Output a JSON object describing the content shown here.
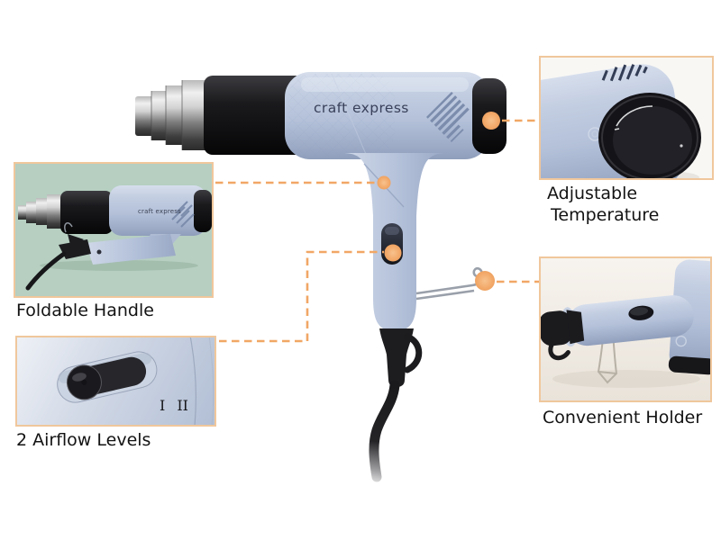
{
  "brand": {
    "logo_text": "craft express"
  },
  "callouts": {
    "adjustable_temperature": {
      "lines": [
        "Adjustable",
        "Temperature"
      ]
    },
    "foldable_handle": {
      "label": "Foldable Handle"
    },
    "airflow_levels": {
      "label": "2 Airflow Levels",
      "marks": [
        "I",
        "II"
      ]
    },
    "convenient_holder": {
      "label": "Convenient Holder"
    }
  },
  "colors": {
    "accent_orange_line": "#f1a765",
    "accent_orange_dot": "#f3ab6c",
    "inset_border": "#f0c79c",
    "body_blue": "#b7c3da",
    "logo_navy": "#39415a",
    "foldable_inset_background": "#b6cfc1"
  }
}
